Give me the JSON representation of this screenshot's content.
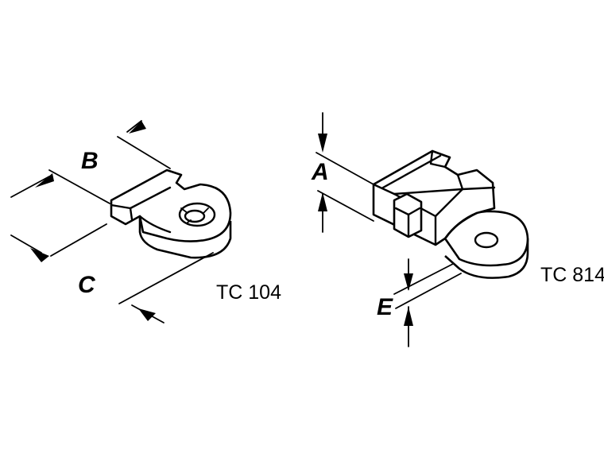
{
  "parts": [
    {
      "model": "TC 104",
      "dimensions": {
        "b": "B",
        "c": "C"
      }
    },
    {
      "model": "TC 814",
      "dimensions": {
        "a": "A",
        "e": "E"
      }
    }
  ]
}
